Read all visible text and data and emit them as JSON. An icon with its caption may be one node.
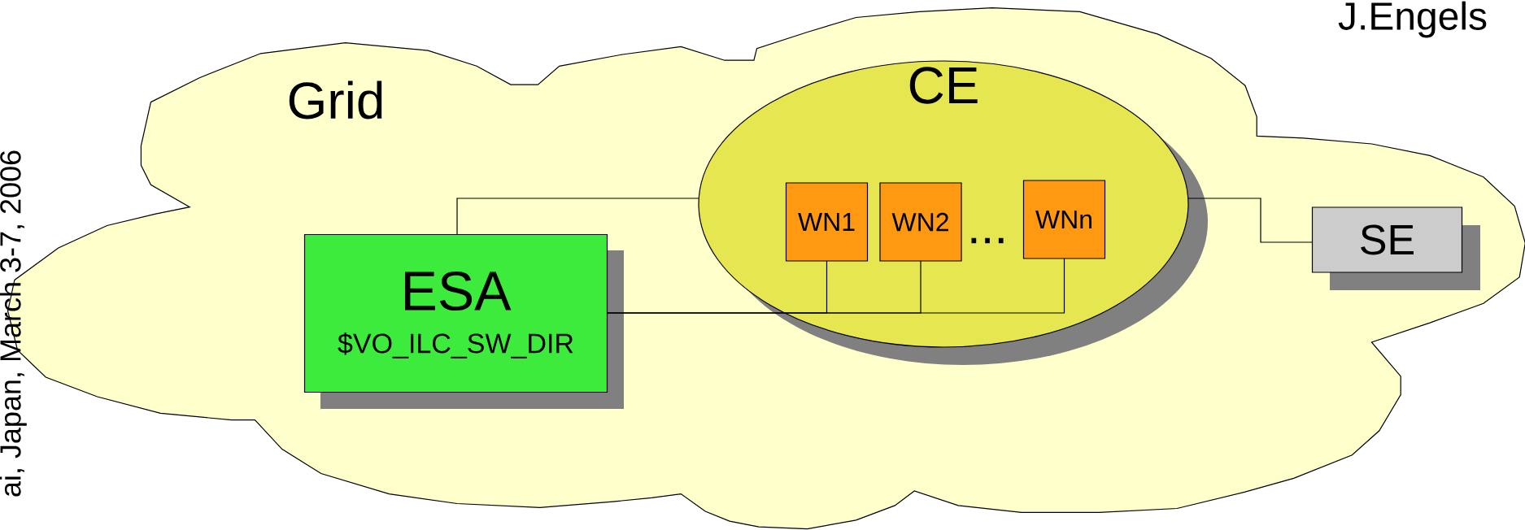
{
  "diagram": {
    "nodes": [
      {
        "text": [
          "Grid"
        ]
      },
      {
        "text": [
          "CE"
        ],
        "in": 0
      },
      {
        "text": [
          "WN1"
        ],
        "in": 1
      },
      {
        "text": [
          "WN2"
        ],
        "in": 1
      },
      {
        "text": [
          "WNn"
        ],
        "in": 1
      },
      {
        "text": [
          "ESA",
          "$VO_ILC_SW_DIR"
        ],
        "in": 0
      },
      {
        "text": [
          "SE"
        ],
        "in": 0
      }
    ],
    "edges": [
      {
        "from": 5,
        "to": 1,
        "arrow": "none"
      },
      {
        "from": 1,
        "to": 6,
        "arrow": "none"
      },
      {
        "from": 2,
        "to": 5,
        "arrow": "none"
      },
      {
        "from": 3,
        "to": 5,
        "arrow": "none"
      },
      {
        "from": 4,
        "to": 5,
        "arrow": "none"
      }
    ],
    "labels": [
      "...",
      "J.Engels",
      "ai, Japan, March 3-7, 2006"
    ]
  }
}
